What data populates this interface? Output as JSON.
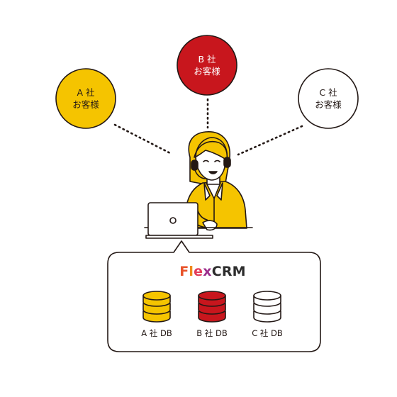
{
  "customers": [
    {
      "company": "A 社",
      "label": "お客様",
      "color": "#F5C400",
      "text_color": "#231815"
    },
    {
      "company": "B 社",
      "label": "お客様",
      "color": "#C8161D",
      "text_color": "#ffffff"
    },
    {
      "company": "C 社",
      "label": "お客様",
      "color": "#ffffff",
      "text_color": "#231815"
    }
  ],
  "crm": {
    "logo_part1": "Flex",
    "logo_part2": "CRM",
    "logo_colors": [
      "#E8532B",
      "#F08A1C",
      "#E23A5A",
      "#9B2E8C"
    ],
    "logo_text_color": "#2C2C2C"
  },
  "databases": [
    {
      "label": "A 社 DB",
      "color": "#F5C400"
    },
    {
      "label": "B 社 DB",
      "color": "#C8161D"
    },
    {
      "label": "C 社 DB",
      "color": "#ffffff"
    }
  ],
  "operator": {
    "accent": "#F5C400"
  }
}
